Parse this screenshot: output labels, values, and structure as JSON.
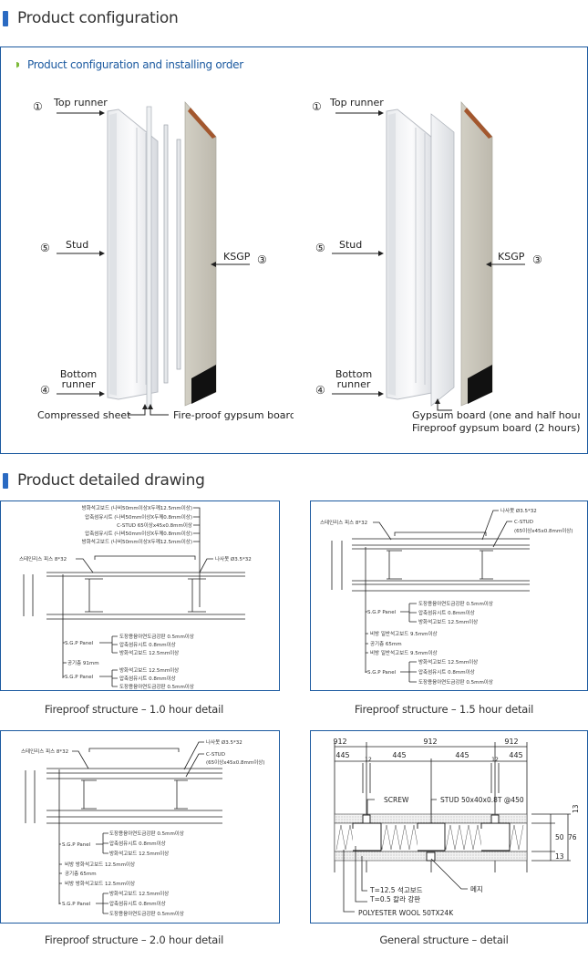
{
  "sections": {
    "configuration_title": "Product configuration",
    "detail_title": "Product detailed drawing"
  },
  "config": {
    "subtitle": "Product configuration and installing order",
    "left": {
      "n1": "①",
      "top_runner": "Top runner",
      "n5": "⑤",
      "stud": "Stud",
      "n4": "④",
      "bottom_runner_1": "Bottom",
      "bottom_runner_2": "runner",
      "ksgp": "KSGP",
      "n3": "③",
      "compressed_sheet": "Compressed sheet",
      "fire_proof_board": "Fire-proof gypsum board"
    },
    "right": {
      "n1": "①",
      "top_runner": "Top runner",
      "n5": "⑤",
      "stud": "Stud",
      "n4": "④",
      "bottom_runner_1": "Bottom",
      "bottom_runner_2": "runner",
      "ksgp": "KSGP",
      "n3": "③",
      "gypsum_line1": "Gypsum board (one and half hour),",
      "gypsum_line2": "Fireproof gypsum board (2 hours)"
    }
  },
  "drawings": {
    "d1": {
      "caption": "Fireproof structure – 1.0 hour detail",
      "top_labels": [
        "방화석고보드 (나비50mm이상X두께12.5mm이상)",
        "압축섬유시트 (나비50mm이상X두께0.8mm이상)",
        "C-STUD 65이상x45x0.8mm이상",
        "압축섬유시트 (나비50mm이상X두께0.8mm이상)",
        "방화석고보드 (나비50mm이상X두께12.5mm이상)"
      ],
      "screw": "스테인리스 피스 8*32",
      "nail": "나사못 Ø3.5*32",
      "sgp": "S.G.P Panel",
      "sgp1": [
        "도장용융아연도금강판 0.5mm이상",
        "압축섬유시트 0.8mm이상",
        "방화석고보드 12.5mm이상"
      ],
      "air": "공기층 91mm",
      "sgp2": [
        "방화석고보드 12.5mm이상",
        "압축섬유시트 0.8mm이상",
        "도장용융아연도금강판 0.5mm이상"
      ]
    },
    "d2": {
      "caption": "Fireproof structure – 1.5 hour detail",
      "screw": "스테인리스 피스 8*32",
      "nail": "나사못 Ø3.5*32",
      "cstud1": "C-STUD",
      "cstud2": "(65이상x45x0.8mm이상)",
      "sgp": "S.G.P Panel",
      "sgp1": [
        "도장용융아연도금강판 0.5mm이상",
        "압축섬유시트 0.8mm이상",
        "방화석고보드 12.5mm이상"
      ],
      "board_a": "비방 일반석고보드 9.5mm이상",
      "air": "공기층 65mm",
      "board_b": "비방 일반석고보드 9.5mm이상",
      "sgp2": [
        "방화석고보드 12.5mm이상",
        "압축섬유시트 0.8mm이상",
        "도장용융아연도금강판 0.5mm이상"
      ]
    },
    "d3": {
      "caption": "Fireproof structure – 2.0 hour detail",
      "screw": "스테인리스 피스 8*32",
      "nail": "나사못 Ø3.5*32",
      "cstud1": "C-STUD",
      "cstud2": "(65이상x45x0.8mm이상)",
      "sgp": "S.G.P Panel",
      "sgp1": [
        "도장용융아연도금강판 0.5mm이상",
        "압축섬유시트 0.8mm이상",
        "방화석고보드 12.5mm이상"
      ],
      "board_a": "비방 방화석고보드 12.5mm이상",
      "air": "공기층 65mm",
      "board_b": "비방 방화석고보드 12.5mm이상",
      "sgp2": [
        "방화석고보드 12.5mm이상",
        "압축섬유시트 0.8mm이상",
        "도장용융아연도금강판 0.5mm이상"
      ]
    },
    "d4": {
      "caption": "General structure – detail",
      "dim912": [
        "912",
        "912",
        "912"
      ],
      "dim445": [
        "445",
        "445",
        "445",
        "445"
      ],
      "dim12": [
        "12",
        "12"
      ],
      "screw": "SCREW",
      "stud": "STUD 50x40x0.8T @450",
      "right_dims": [
        "13",
        "50",
        "13",
        "76"
      ],
      "gypsum": "T=12.5 석고보드",
      "steel": "T=0.5 칼라 강판",
      "joint": "메지",
      "wool": "POLYESTER WOOL 50TX24K"
    }
  }
}
